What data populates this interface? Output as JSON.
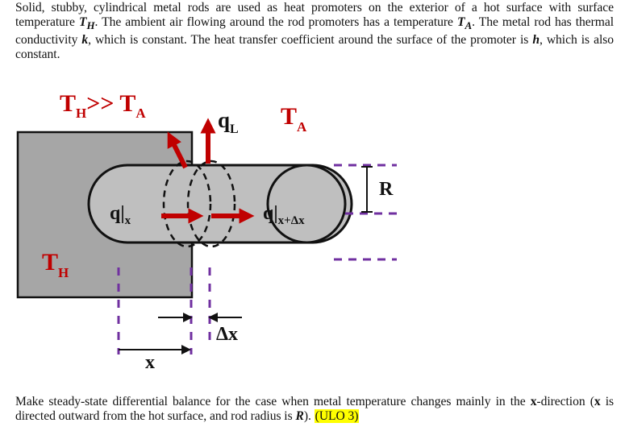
{
  "intro": {
    "p1": "Solid, stubby, cylindrical metal rods are used as heat promoters on the exterior of a hot surface with surface temperature ",
    "th_sym": "T",
    "th_sub": "H",
    "p2": ". The ambient air flowing around the rod promoters has a temperature ",
    "ta_sym": "T",
    "ta_sub": "A",
    "p3": ". The metal rod has thermal conductivity ",
    "k_sym": "k",
    "p4": ", which is constant. The heat transfer coefficient around the surface of the promoter is ",
    "h_sym": "h",
    "p5": ", which is also constant."
  },
  "figure": {
    "colors": {
      "wall_fill": "#a6a6a6",
      "rod_fill": "#bfbfbf",
      "arrow_red": "#c00000",
      "dash_purple": "#7030a0",
      "label_red": "#c00000"
    },
    "label_condition": {
      "t1": "T",
      "s1": "H",
      "mid": ">> T",
      "s2": "A"
    },
    "label_ambient": {
      "t": "T",
      "s": "A"
    },
    "label_wall": {
      "t": "T",
      "s": "H"
    },
    "label_qL": {
      "t": "q",
      "s": "L"
    },
    "label_qx": {
      "t": "q",
      "bar": "|",
      "s": "x"
    },
    "label_qxdx": {
      "t": "q",
      "bar": "|",
      "s": "x+Δx"
    },
    "label_R": "R",
    "label_x": "x",
    "label_dx": "Δx"
  },
  "question": {
    "q1": "Make steady-state differential balance for the case when metal temperature changes mainly in the ",
    "x_sym": "x",
    "q2": "-direction (",
    "x_sym2": "x",
    "q3": " is directed outward from the hot surface, and rod radius is ",
    "r_sym": "R",
    "q4": "). ",
    "ulo": "(ULO 3)"
  }
}
